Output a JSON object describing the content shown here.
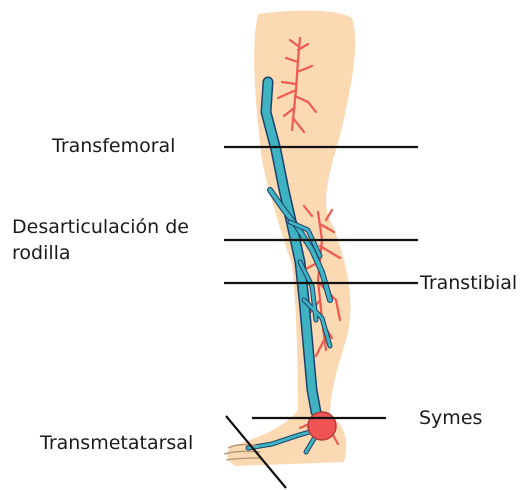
{
  "labels": {
    "transfemoral": "Transfemoral",
    "knee_line1": "Desarticulación de",
    "knee_line2": "rodilla",
    "transtibial": "Transtibial",
    "symes": "Symes",
    "transmetatarsal": "Transmetatarsal"
  },
  "colors": {
    "skin": "#fbd9b3",
    "vein": "#3fb3c2",
    "vein_outline": "#1d3f6b",
    "artery": "#ee5a4e",
    "ankle_joint": "#f05454",
    "cut_line": "#111111",
    "toes_outline": "#b59a7e"
  }
}
